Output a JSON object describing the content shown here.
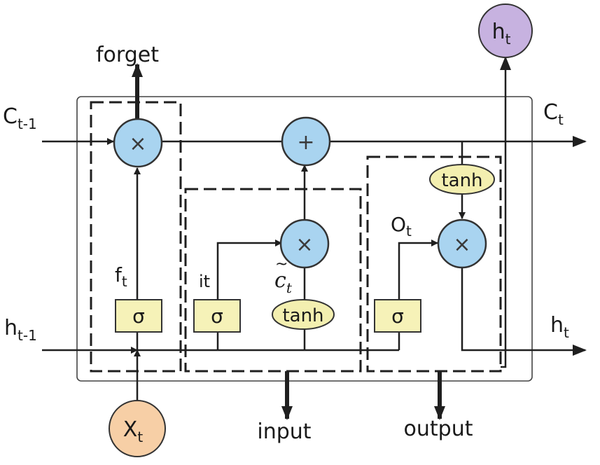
{
  "labels": {
    "c_prev": "C",
    "c_prev_sub": "t-1",
    "c_next": "C",
    "c_next_sub": "t",
    "h_prev": "h",
    "h_prev_sub": "t-1",
    "h_right": "h",
    "h_right_sub": "t",
    "h_top": "h",
    "h_top_sub": "t",
    "x_in": "X",
    "x_in_sub": "t",
    "f_gate": "f",
    "f_gate_sub": "t",
    "i_gate": "it",
    "c_tilde": "c",
    "c_tilde_sub": "t",
    "c_tilde_accent": "~",
    "o_gate": "O",
    "o_gate_sub": "t",
    "forget": "forget",
    "input": "input",
    "output": "output"
  },
  "ops": {
    "multiply": "×",
    "add": "+",
    "sigma": "σ",
    "tanh": "tanh"
  },
  "colors": {
    "op_fill": "#a9d4f0",
    "gate_fill": "#f6f2b8",
    "tanh_fill": "#f3efb0",
    "x_fill": "#f7cfa6",
    "h_fill": "#c7b2e0",
    "stroke": "#1f1f1f"
  }
}
